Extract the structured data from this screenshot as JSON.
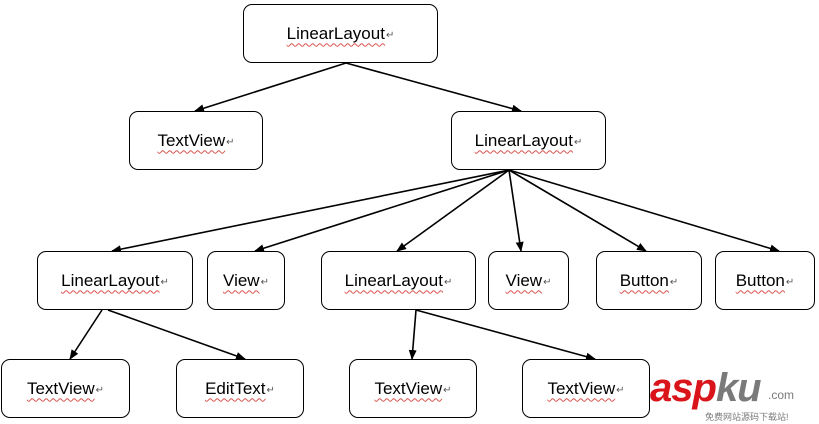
{
  "nodes": [
    {
      "id": "n0",
      "label": "LinearLayout",
      "mark": "↵"
    },
    {
      "id": "n1",
      "label": "TextView",
      "mark": "↵"
    },
    {
      "id": "n2",
      "label": "LinearLayout",
      "mark": "↵"
    },
    {
      "id": "n3",
      "label": "LinearLayout",
      "mark": "↵"
    },
    {
      "id": "n4",
      "label": "View",
      "mark": "↵"
    },
    {
      "id": "n5",
      "label": "LinearLayout",
      "mark": "↵"
    },
    {
      "id": "n6",
      "label": "View",
      "mark": "↵"
    },
    {
      "id": "n7",
      "label": "Button",
      "mark": "↵"
    },
    {
      "id": "n8",
      "label": "Button",
      "mark": "↵"
    },
    {
      "id": "n9",
      "label": "TextView",
      "mark": "↵"
    },
    {
      "id": "n10",
      "label": "EditText",
      "mark": "↵"
    },
    {
      "id": "n11",
      "label": "TextView",
      "mark": "↵"
    },
    {
      "id": "n12",
      "label": "TextView",
      "mark": "↵"
    }
  ],
  "edges": [
    [
      "n0",
      "n1"
    ],
    [
      "n0",
      "n2"
    ],
    [
      "n2",
      "n3"
    ],
    [
      "n2",
      "n4"
    ],
    [
      "n2",
      "n5"
    ],
    [
      "n2",
      "n6"
    ],
    [
      "n2",
      "n7"
    ],
    [
      "n2",
      "n8"
    ],
    [
      "n3",
      "n9"
    ],
    [
      "n3",
      "n10"
    ],
    [
      "n5",
      "n11"
    ],
    [
      "n5",
      "n12"
    ]
  ],
  "watermark": {
    "part1": "asp",
    "part2": "ku",
    "suffix": ".com",
    "tagline": "免费网站源码下载站!"
  }
}
